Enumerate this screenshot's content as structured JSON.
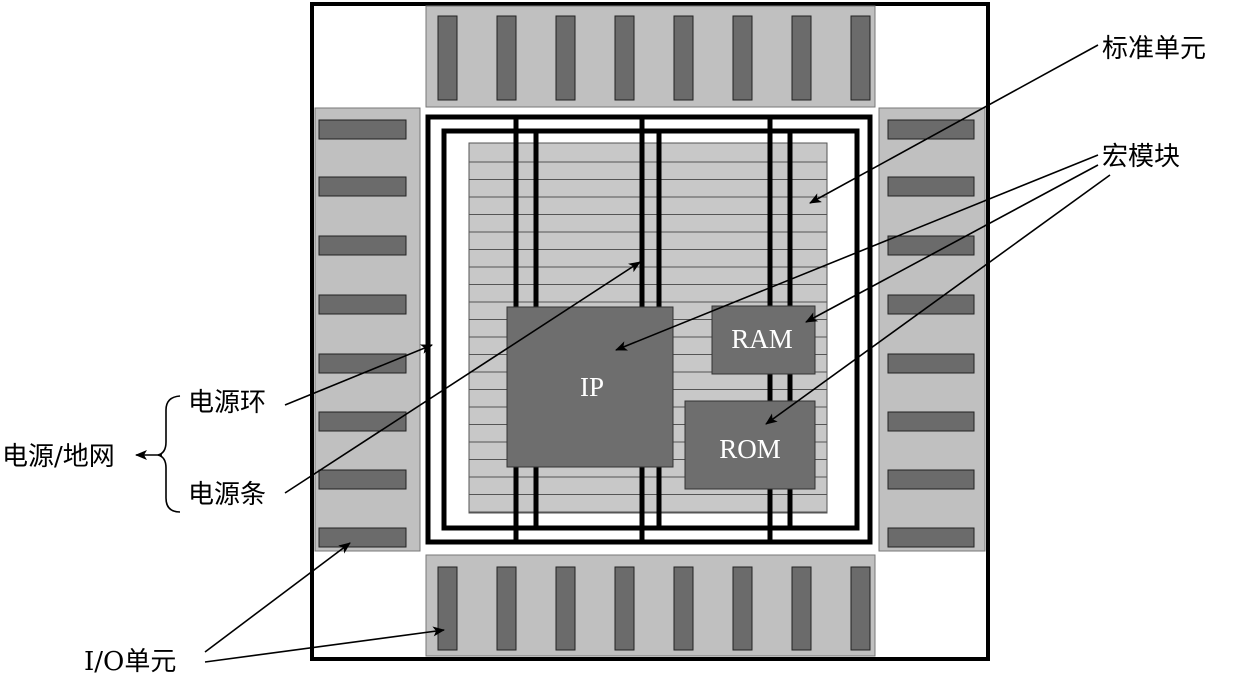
{
  "blocks": {
    "ip": "IP",
    "ram": "RAM",
    "rom": "ROM"
  },
  "labels": {
    "standard_cell": "标准单元",
    "macro_block": "宏模块",
    "power_ring": "电源环",
    "power_strip": "电源条",
    "power_ground_net": "电源/地网",
    "io_cell": "I/O单元"
  },
  "colors": {
    "pad_strip": "#c0c0c0",
    "io_cell": "#6b6b6b",
    "core_area": "#c8c8c8",
    "macro_block": "#6e6e6e",
    "outline": "#000000"
  }
}
